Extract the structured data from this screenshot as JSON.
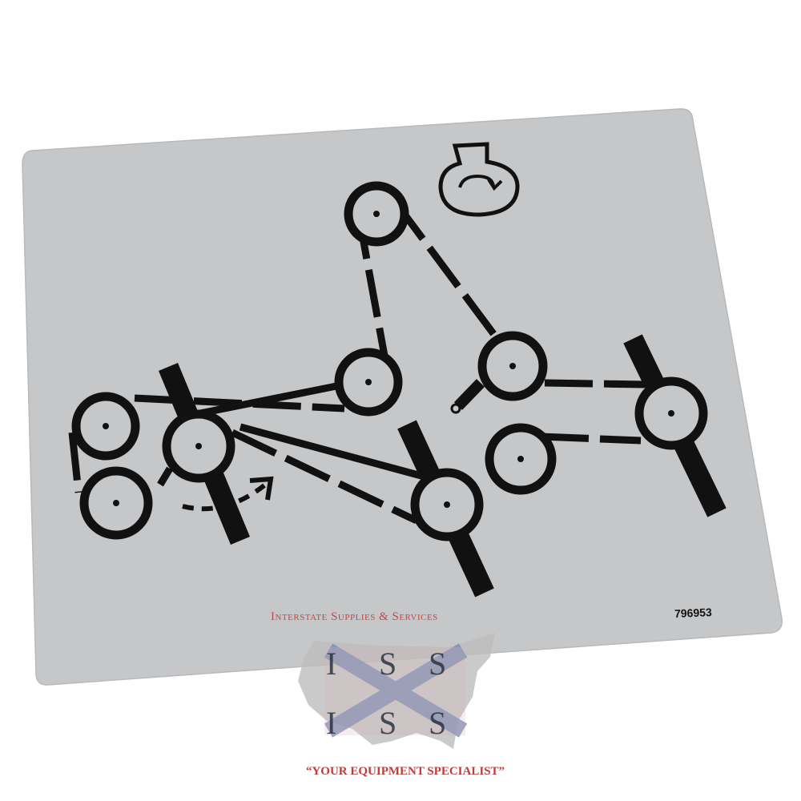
{
  "decal": {
    "part_number": "796953",
    "background_color": "#c6c7c9",
    "ink_color": "#111111"
  },
  "watermark": {
    "company_name": "Interstate Supplies & Services",
    "letters": [
      "I",
      "S",
      "S",
      "I",
      "S",
      "S"
    ],
    "slogan": "“YOUR EQUIPMENT SPECIALIST”",
    "accent_color": "#c43a38",
    "cross_color": "#7f8fb8",
    "map_color": "#bdbdbd"
  }
}
